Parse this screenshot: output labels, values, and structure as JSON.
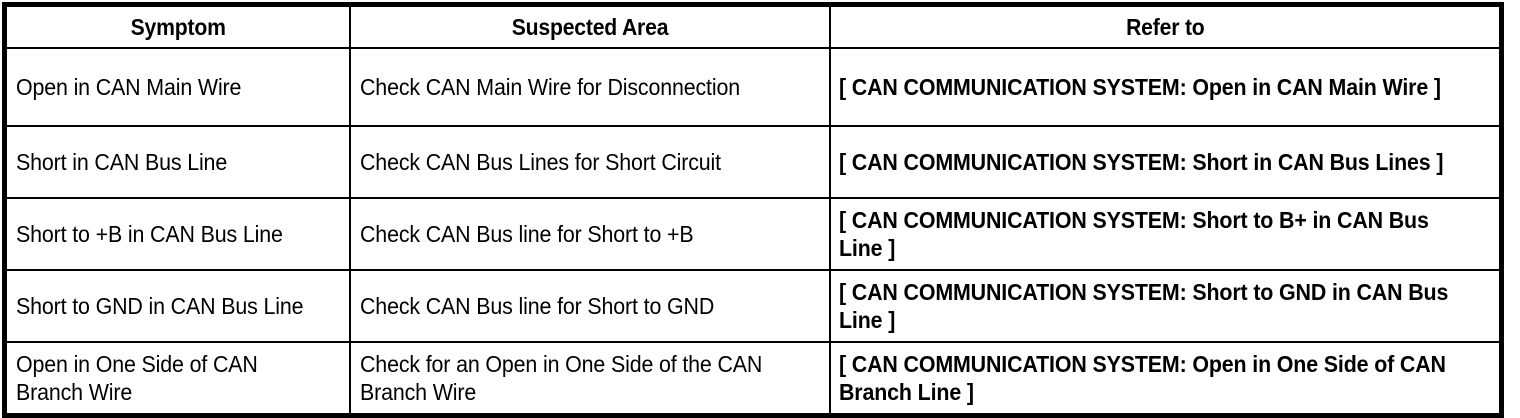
{
  "table": {
    "columns": [
      {
        "key": "symptom",
        "label": "Symptom"
      },
      {
        "key": "suspected",
        "label": "Suspected Area"
      },
      {
        "key": "refer",
        "label": "Refer to"
      }
    ],
    "rows": [
      {
        "symptom": "Open in CAN Main Wire",
        "suspected": "Check CAN Main Wire for Disconnection",
        "refer": "[ CAN COMMUNICATION SYSTEM: Open in CAN Main Wire ]"
      },
      {
        "symptom": "Short in CAN Bus Line",
        "suspected": "Check CAN Bus Lines for Short Circuit",
        "refer": "[ CAN COMMUNICATION SYSTEM: Short in CAN Bus Lines ]"
      },
      {
        "symptom": "Short to +B in CAN Bus Line",
        "suspected": "Check CAN Bus line for Short to +B",
        "refer": "[ CAN COMMUNICATION SYSTEM: Short to B+ in CAN Bus Line ]"
      },
      {
        "symptom": "Short to GND in CAN Bus Line",
        "suspected": "Check CAN Bus line for Short to GND",
        "refer": "[ CAN COMMUNICATION SYSTEM: Short to GND in CAN Bus Line ]"
      },
      {
        "symptom": "Open in One Side of CAN Branch Wire",
        "suspected": "Check for an Open in One Side of the CAN Branch Wire",
        "refer": "[ CAN COMMUNICATION SYSTEM: Open in One Side of CAN Branch Line ]"
      }
    ]
  },
  "colors": {
    "border": "#000000",
    "text": "#000000",
    "background": "#ffffff"
  }
}
